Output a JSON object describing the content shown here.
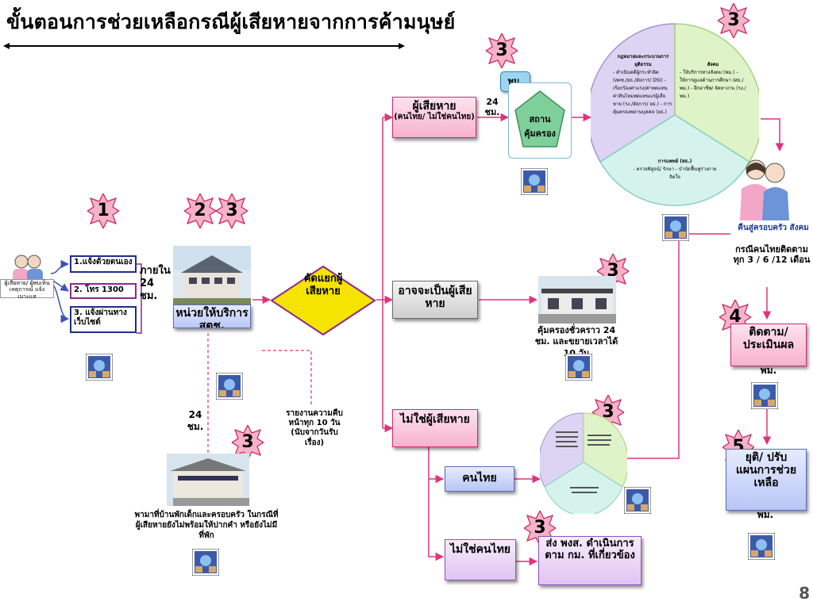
{
  "title": "ขั้นตอนการช่วยเหลือกรณีผู้เสียหายจากการค้ามนุษย์",
  "page_number": "8",
  "stars": {
    "s1": "1",
    "s2": "2",
    "s3a": "3",
    "s3_top": "3",
    "s3_topright": "3",
    "s3_right": "3",
    "s3_shelter": "3",
    "s3_mid": "3",
    "s3_bottom": "3",
    "s4": "4",
    "s5": "5"
  },
  "left": {
    "victim_person_label": "ผู้เสียหาย/ ผู้พบเห็นเหตุการณ์ แจ้งเบาะแส",
    "report_1": "1.แจ้งด้วยตนเอง",
    "report_2": "2. โทร 1300",
    "report_3": "3. แจ้งผ่านทางเว็บไซต์",
    "within_24h": "ภายใน 24 ชม.",
    "service_unit": "หน่วยให้บริการ สตช."
  },
  "center": {
    "screen_diamond": "คัดแยกผู้เสียหาย",
    "left_24h": "24 ชม.",
    "report_progress": "รายงานความคืบหน้าทุก 10 วัน (นับจากวันรับเรื่อง)",
    "shelter_caption": "พามาที่บ้านพักเด็กและครอบครัว ในกรณีที่ผู้เสียหายยังไม่พร้อมให้ปากคำ หรือยังไม่มีที่พัก"
  },
  "branches": {
    "victim_label": "ผู้เสียหาย",
    "victim_sub": "(คนไทย/ ไม่ใช่คนไทย)",
    "maybe_victim": "อาจจะเป็นผู้เสียหาย",
    "not_victim": "ไม่ใช่ผู้เสียหาย",
    "thai": "คนไทย",
    "non_thai": "ไม่ใช่คนไทย",
    "send_agency": "ส่ง พงส. ดำเนินการตาม กม. ที่เกี่ยวข้อง"
  },
  "top": {
    "pm_tag": "พม.",
    "shelter_pentagon": "สถานคุ้มครอง",
    "h24": "24 ชม.",
    "cycle_law_title": "กฎหมายและกระบวนการยุติธรรม",
    "cycle_law_items": "- ดำเนินคดีผู้กระทำผิด (สตช./ยธ./อัยการ/ DSI) - เรียกร้องค่าแรง/ค่าทดแทน ค่าสินไหมทดแทนแก่ผู้เสียหาย (รง./อัยการ/ ยธ.) - การคุ้มครองพยานบุคคล (ยธ.)",
    "cycle_social_title": "สังคม",
    "cycle_social_items": "- ให้บริการทางสังคม (พม.) - ให้การดูแลด้านการศึกษา (ศธ./ พม.) - ฝึกอาชีพ/ จัดหางาน (รง./ พม.)",
    "cycle_medical_title": "การแพทย์ (สธ.)",
    "cycle_medical_items": "- ตรวจพิสูจน์/ รักษา - บำบัดฟื้นฟูร่างกาย จิตใจ",
    "family_label": "คืนสู่ครอบครัว สังคม"
  },
  "right": {
    "thai_followup": "กรณีคนไทยติดตามทุก 3 / 6 /12 เดือน",
    "temp_shelter": "คุ้มครองชั่วคราว 24 ชม. และขยายเวลาได้ 10 วัน",
    "follow_eval": "ติดตาม/ ประเมินผล",
    "pm1": "พม.",
    "end_adjust": "ยุติ/ ปรับแผนการช่วยเหลือ",
    "pm2": "พม."
  }
}
